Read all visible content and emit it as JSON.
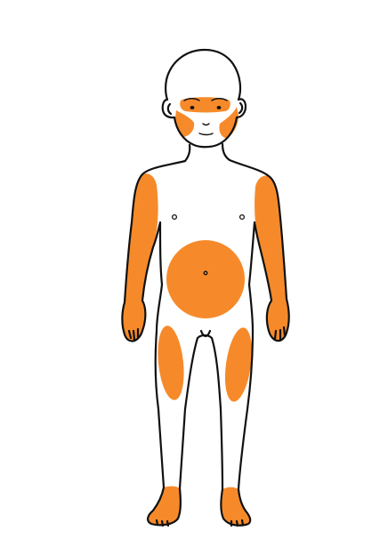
{
  "colors": {
    "background": "#ffffff",
    "highlight": "#F68A2A",
    "outline": "#111111",
    "skin": "#ffffff"
  },
  "figure": {
    "subject": "child-body-front-view",
    "highlighted_regions": [
      "forehead",
      "left-cheek",
      "right-cheek",
      "right-arm",
      "left-arm",
      "abdomen",
      "right-thigh",
      "left-thigh",
      "right-foot",
      "left-foot"
    ]
  }
}
